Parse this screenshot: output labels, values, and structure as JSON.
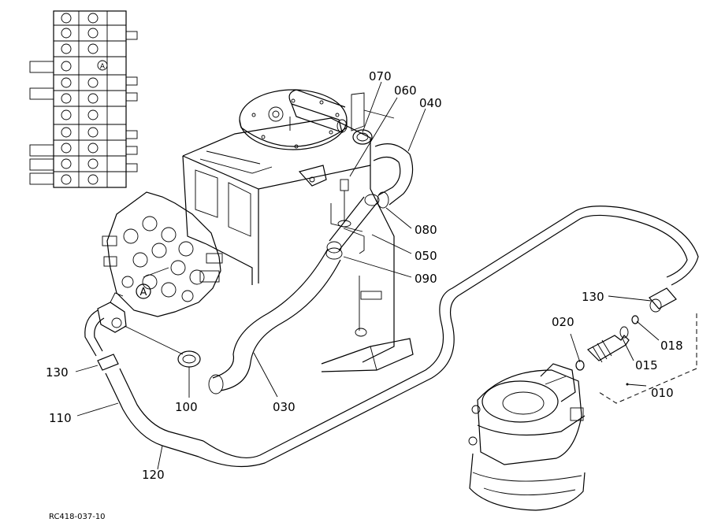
{
  "reference_code": "RC418-037-10",
  "detail_marker": "A",
  "parts": {
    "p010": "010",
    "p015": "015",
    "p018": "018",
    "p020": "020",
    "p030": "030",
    "p040": "040",
    "p050": "050",
    "p060": "060",
    "p070": "070",
    "p080": "080",
    "p090": "090",
    "p100": "100",
    "p110": "110",
    "p120": "120",
    "p130a": "130",
    "p130b": "130"
  }
}
